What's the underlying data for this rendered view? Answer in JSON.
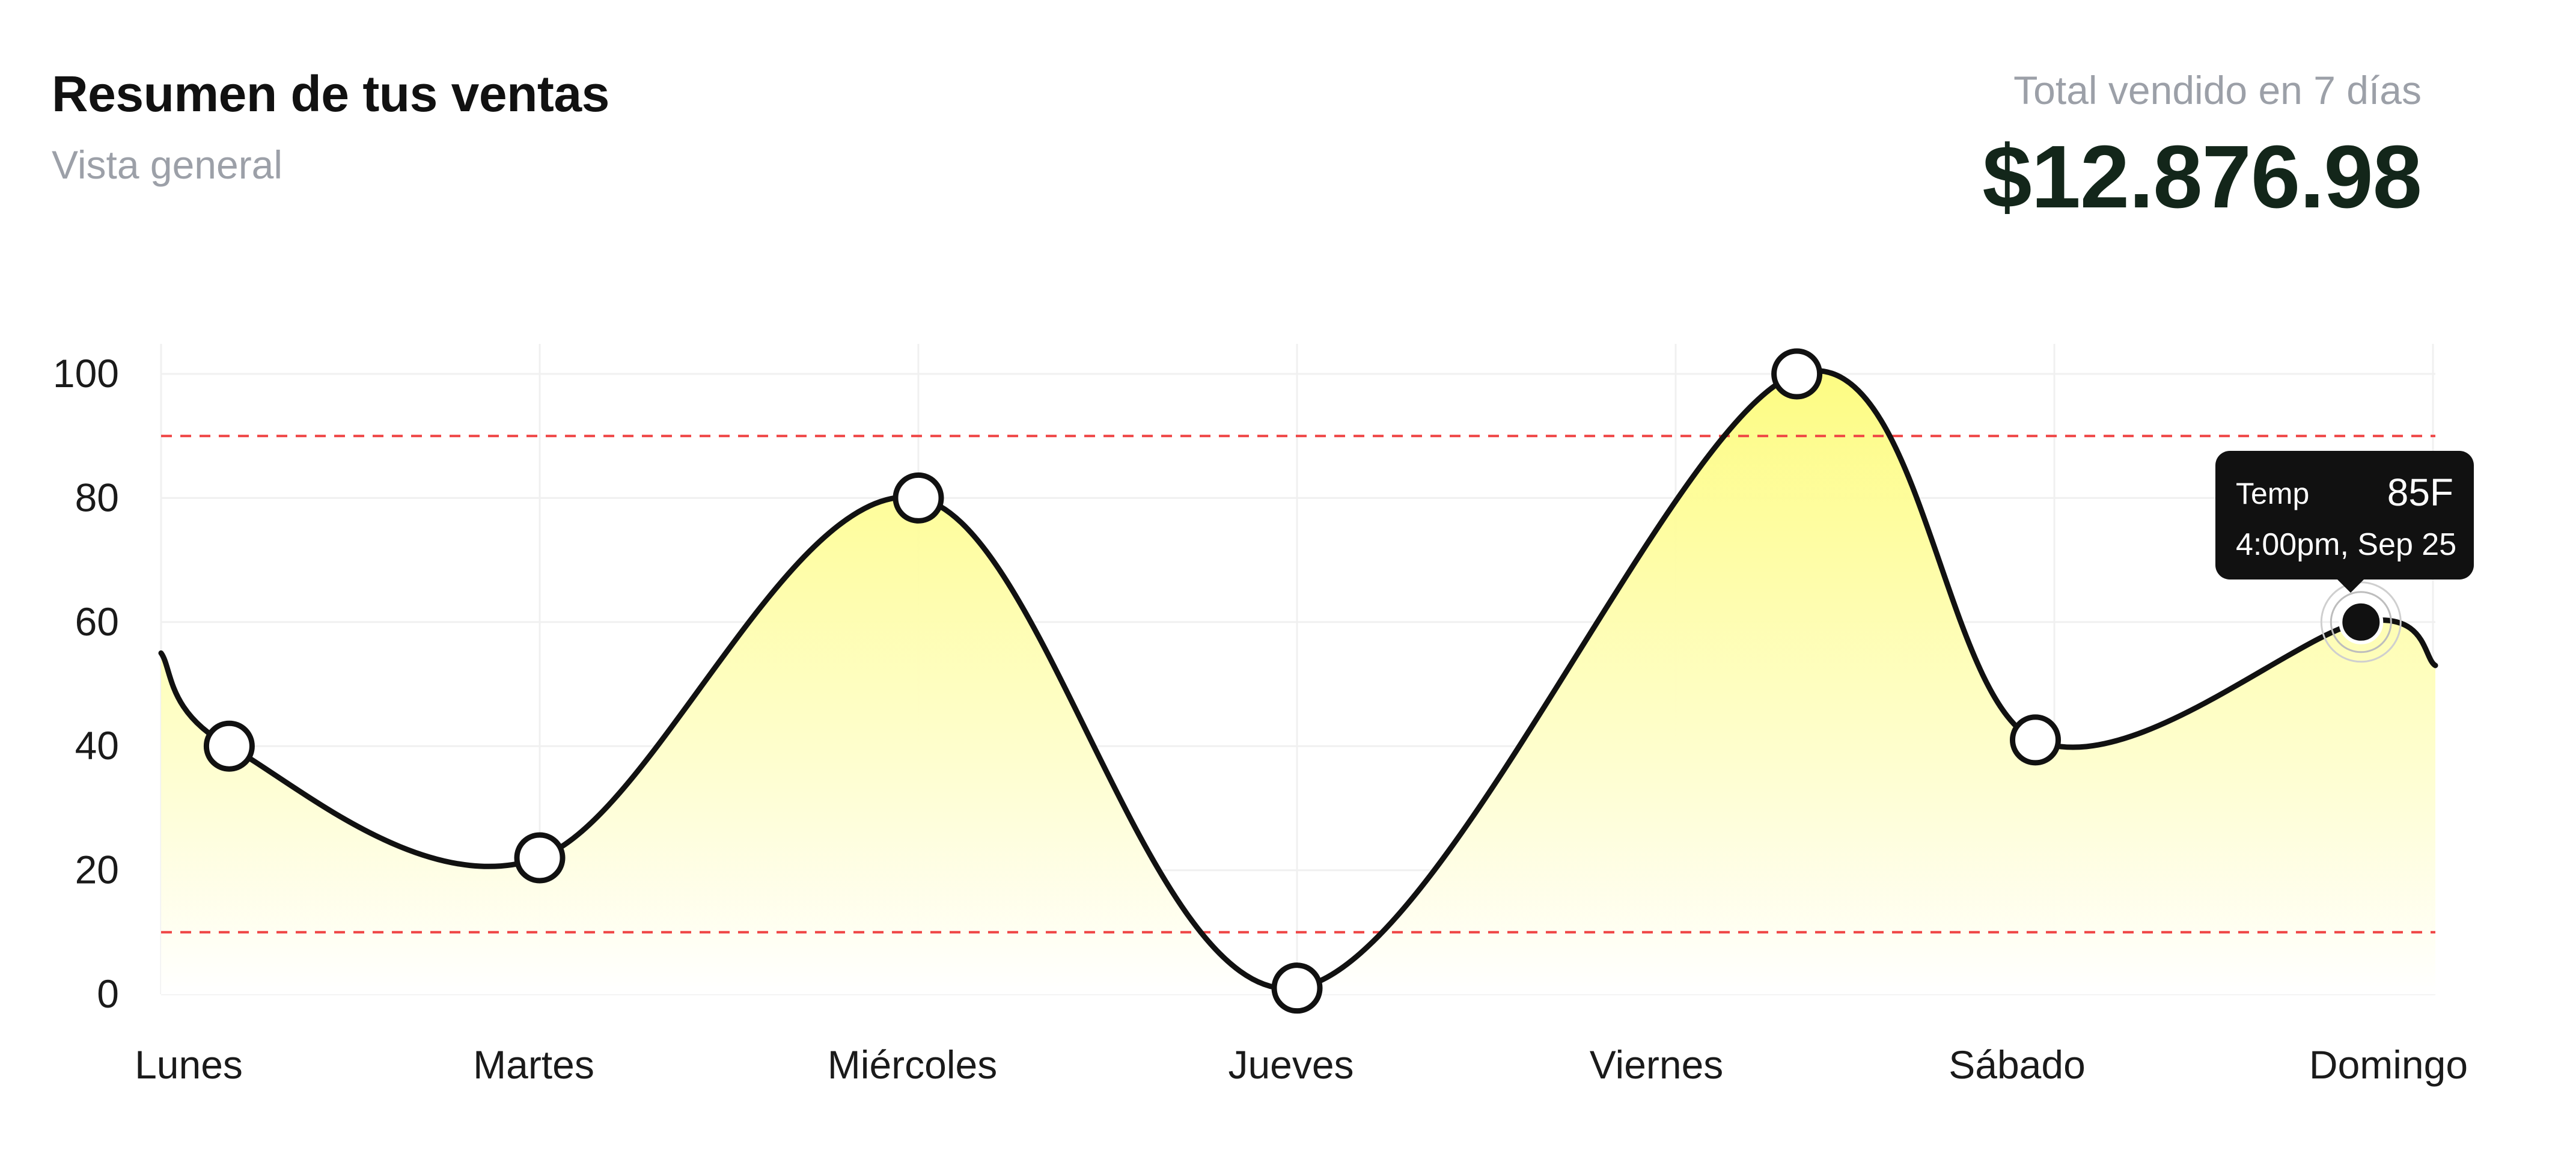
{
  "header": {
    "title": "Resumen de tus ventas",
    "subtitle": "Vista general",
    "total_label": "Total vendido en 7 días",
    "total_value": "$12.876.98"
  },
  "tooltip": {
    "label": "Temp",
    "value": "85F",
    "time": "4:00pm, Sep 25"
  },
  "colors": {
    "line": "#111111",
    "fill_top": "#fdfc7c",
    "fill_bottom": "#ffffff",
    "threshold": "#ef4444",
    "grid": "#f0f0f0",
    "text": "#1a1a1a"
  },
  "chart_data": {
    "type": "area",
    "categories": [
      "Lunes",
      "Martes",
      "Miércoles",
      "Jueves",
      "Viernes",
      "Sábado",
      "Domingo"
    ],
    "x": [
      0.18,
      1,
      2,
      3,
      4.32,
      4.95,
      5.81
    ],
    "values": [
      40,
      22,
      80,
      1,
      100,
      41,
      60
    ],
    "ylim": [
      0,
      100
    ],
    "yticks": [
      0,
      20,
      40,
      60,
      80,
      100
    ],
    "threshold_lines": [
      90,
      10
    ],
    "highlighted_index": 6,
    "grid": true,
    "smooth": true
  }
}
